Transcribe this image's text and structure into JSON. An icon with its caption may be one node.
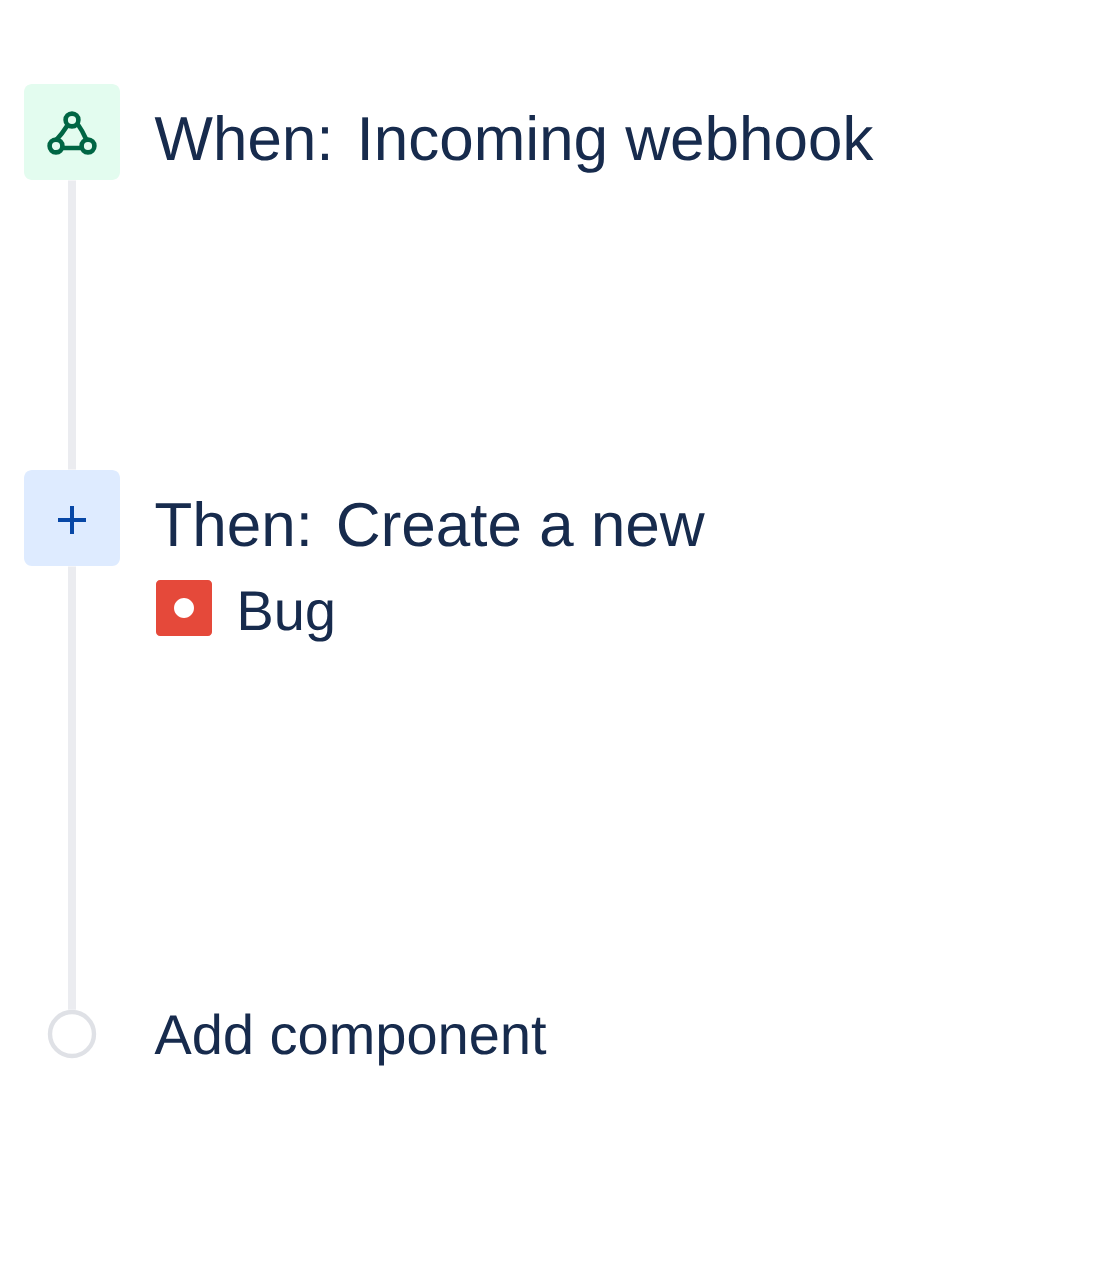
{
  "diagram": {
    "nodes": [
      {
        "text": [],
        "shape": "box",
        "beside": [
          "When: Incoming webhook"
        ]
      },
      {
        "text": [],
        "shape": "box",
        "beside": [
          "Then: Create a new",
          "Bug"
        ]
      },
      {
        "text": [],
        "shape": "circle",
        "beside": [
          "Add component"
        ]
      }
    ],
    "edges": [
      {
        "from": 0,
        "to": 1,
        "arrow": "none"
      },
      {
        "from": 1,
        "to": 2,
        "arrow": "none"
      }
    ]
  }
}
